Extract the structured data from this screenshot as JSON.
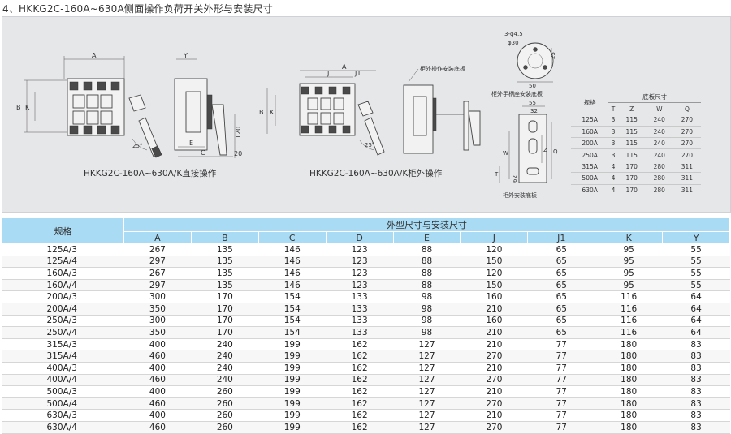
{
  "title": "4、HKKG2C-160A~630A侧面操作负荷开关外形与安装尺寸",
  "drawing": {
    "caption_direct": "HKKG2C-160A~630A/K直接操作",
    "caption_cabinet": "HKKG2C-160A~630A/K柜外操作",
    "label_panel_plate": "柜外操作安装底板",
    "label_handle_plate": "柜外手柄座安装底板",
    "label_cabinet_plate": "柜外安装底板",
    "dims_direct": {
      "A": "A",
      "B": "B",
      "K": "K",
      "Y": "Y",
      "C": "C",
      "E": "E",
      "v120": "120",
      "v20": "20",
      "angle": "25°"
    },
    "dims_cabinet": {
      "A": "A",
      "J": "J",
      "J1": "J1",
      "B": "B",
      "K": "K",
      "angle": "25°"
    },
    "dims_handle": {
      "holes": "3-φ4.5",
      "d30": "φ30",
      "v25": "25",
      "v50": "50"
    },
    "dims_plate": {
      "v55": "55",
      "v32": "32",
      "T": "T",
      "W": "W",
      "Z": "Z",
      "Q": "Q",
      "v62": "62"
    }
  },
  "spec_table": {
    "header_model": "规格",
    "header_group": "底板尺寸",
    "columns": [
      "T",
      "Z",
      "W",
      "Q"
    ],
    "rows": [
      [
        "125A",
        "3",
        "115",
        "240",
        "270"
      ],
      [
        "160A",
        "3",
        "115",
        "240",
        "270"
      ],
      [
        "200A",
        "3",
        "115",
        "240",
        "270"
      ],
      [
        "250A",
        "3",
        "115",
        "240",
        "270"
      ],
      [
        "315A",
        "4",
        "170",
        "280",
        "311"
      ],
      [
        "500A",
        "4",
        "170",
        "280",
        "311"
      ],
      [
        "630A",
        "4",
        "170",
        "280",
        "311"
      ]
    ]
  },
  "main_table": {
    "header_model": "规格",
    "header_group": "外型尺寸与安装尺寸",
    "columns": [
      "A",
      "B",
      "C",
      "D",
      "E",
      "J",
      "J1",
      "K",
      "Y"
    ],
    "rows": [
      [
        "125A/3",
        "267",
        "135",
        "146",
        "123",
        "88",
        "120",
        "65",
        "95",
        "55"
      ],
      [
        "125A/4",
        "297",
        "135",
        "146",
        "123",
        "88",
        "150",
        "65",
        "95",
        "55"
      ],
      [
        "160A/3",
        "267",
        "135",
        "146",
        "123",
        "88",
        "120",
        "65",
        "95",
        "55"
      ],
      [
        "160A/4",
        "297",
        "135",
        "146",
        "123",
        "88",
        "150",
        "65",
        "95",
        "55"
      ],
      [
        "200A/3",
        "300",
        "170",
        "154",
        "133",
        "98",
        "160",
        "65",
        "116",
        "64"
      ],
      [
        "200A/4",
        "350",
        "170",
        "154",
        "133",
        "98",
        "210",
        "65",
        "116",
        "64"
      ],
      [
        "250A/3",
        "300",
        "170",
        "154",
        "133",
        "98",
        "160",
        "65",
        "116",
        "64"
      ],
      [
        "250A/4",
        "350",
        "170",
        "154",
        "133",
        "98",
        "210",
        "65",
        "116",
        "64"
      ],
      [
        "315A/3",
        "400",
        "240",
        "199",
        "162",
        "127",
        "210",
        "77",
        "180",
        "83"
      ],
      [
        "315A/4",
        "460",
        "240",
        "199",
        "162",
        "127",
        "270",
        "77",
        "180",
        "83"
      ],
      [
        "400A/3",
        "400",
        "240",
        "199",
        "162",
        "127",
        "210",
        "77",
        "180",
        "83"
      ],
      [
        "400A/4",
        "460",
        "240",
        "199",
        "162",
        "127",
        "270",
        "77",
        "180",
        "83"
      ],
      [
        "500A/3",
        "400",
        "260",
        "199",
        "162",
        "127",
        "210",
        "77",
        "180",
        "83"
      ],
      [
        "500A/4",
        "460",
        "260",
        "199",
        "162",
        "127",
        "270",
        "77",
        "180",
        "83"
      ],
      [
        "630A/3",
        "400",
        "260",
        "199",
        "162",
        "127",
        "210",
        "77",
        "180",
        "83"
      ],
      [
        "630A/4",
        "460",
        "260",
        "199",
        "162",
        "127",
        "270",
        "77",
        "180",
        "83"
      ]
    ]
  }
}
